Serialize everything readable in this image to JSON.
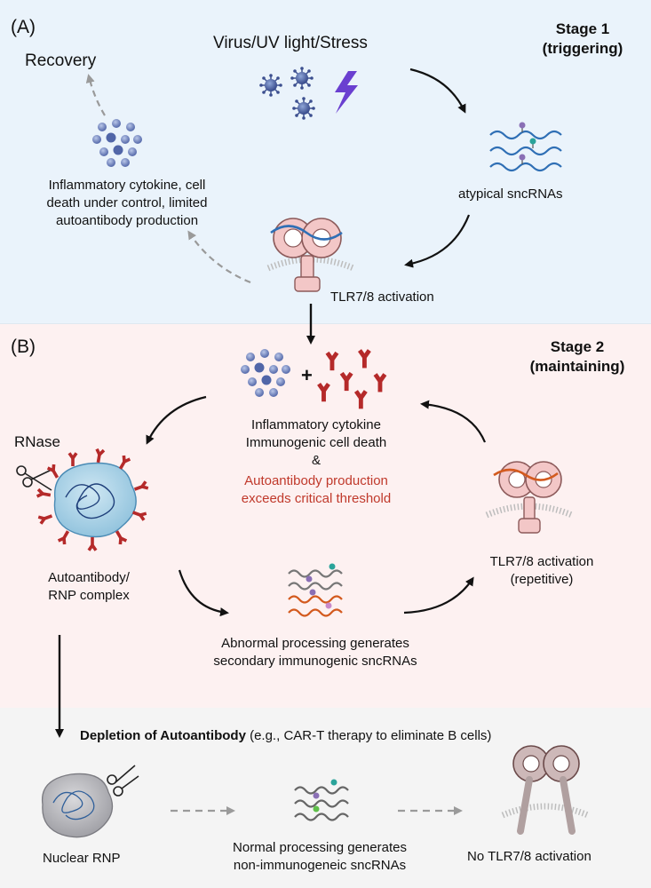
{
  "panel_a": {
    "label": "(A)",
    "stage_title": "Stage 1",
    "stage_sub": "(triggering)",
    "trigger": "Virus/UV light/Stress",
    "recovery": "Recovery",
    "atypical": "atypical sncRNAs",
    "tlr": "TLR7/8 activation",
    "controlled": [
      "Inflammatory cytokine, cell",
      "death under control, limited",
      "autoantibody production"
    ]
  },
  "panel_b": {
    "label": "(B)",
    "stage_title": "Stage 2",
    "stage_sub": "(maintaining)",
    "plus": "+",
    "center_black": [
      "Inflammatory cytokine",
      "Immunogenic cell death",
      "&"
    ],
    "center_red": [
      "Autoantibody production",
      "exceeds critical threshold"
    ],
    "rnase": "RNase",
    "complex": [
      "Autoantibody/",
      "RNP complex"
    ],
    "tlr_rep": [
      "TLR7/8 activation",
      "(repetitive)"
    ],
    "abnormal": [
      "Abnormal processing generates",
      "secondary immunogenic sncRNAs"
    ]
  },
  "panel_c": {
    "depletion_bold": "Depletion of Autoantibody",
    "depletion_rest": " (e.g., CAR-T therapy to eliminate B cells)",
    "nuclear": "Nuclear RNP",
    "normal": [
      "Normal processing generates",
      "non-immunogeneic sncRNAs"
    ],
    "no_tlr": "No TLR7/8 activation"
  },
  "colors": {
    "panel_a_bg": "#eaf3fb",
    "panel_b_bg": "#fdf1f1",
    "panel_c_bg": "#f4f4f4",
    "highlight_red": "#c0392b",
    "antibody_red": "#b52a2a",
    "rna_blue": "#2f6fb5",
    "rna_orange": "#d35a1e",
    "lightning": "#6a3fd0"
  }
}
